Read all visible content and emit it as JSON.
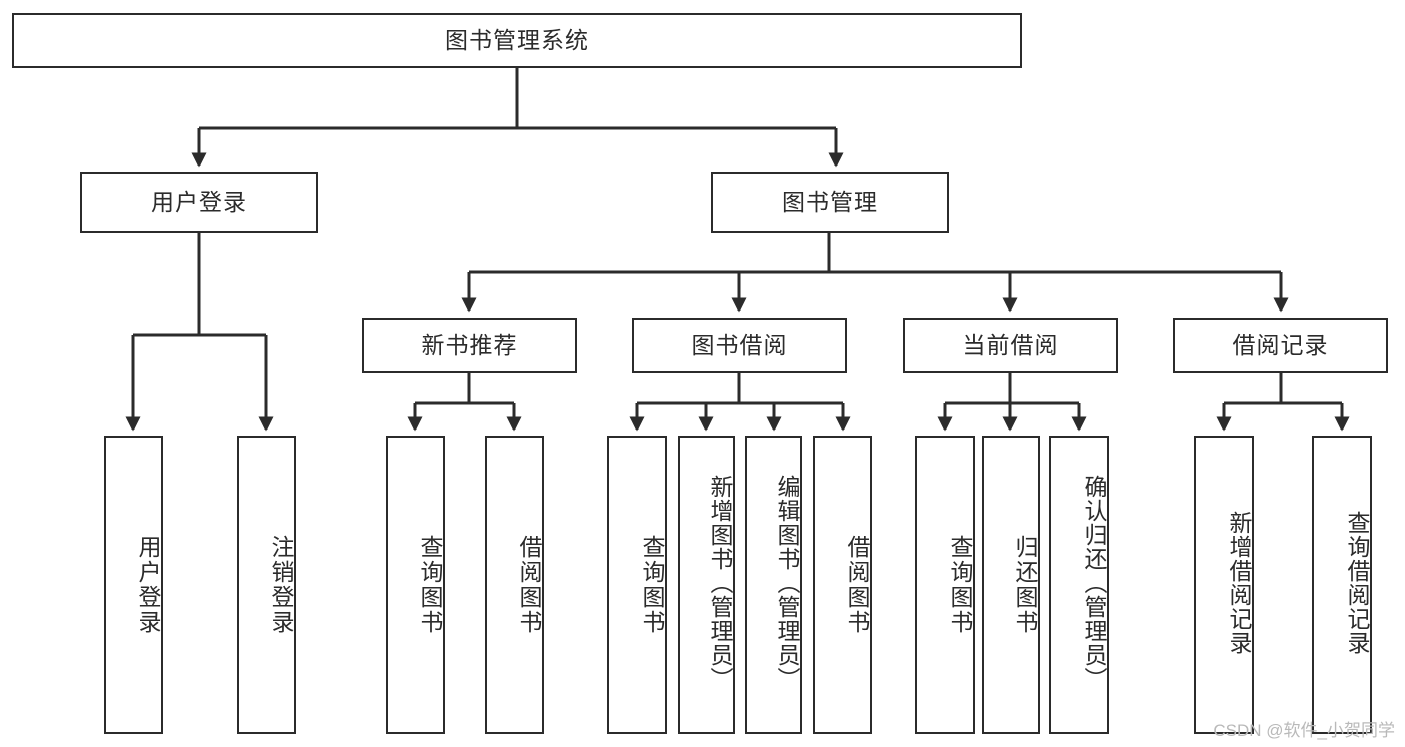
{
  "diagram": {
    "type": "tree-hierarchy-chart",
    "title": "图书管理系统",
    "orientation": "top-down",
    "colors": {
      "stroke": "#2b2b2b",
      "fill": "#ffffff",
      "text": "#2b2b2b",
      "watermark": "#b9b9b9"
    },
    "levels": [
      {
        "level": 1,
        "nodes": [
          {
            "id": "root",
            "label": "图书管理系统",
            "text_direction": "horizontal"
          }
        ]
      },
      {
        "level": 2,
        "nodes": [
          {
            "id": "login",
            "label": "用户登录",
            "text_direction": "horizontal",
            "parent": "root"
          },
          {
            "id": "bookmgr",
            "label": "图书管理",
            "text_direction": "horizontal",
            "parent": "root"
          }
        ]
      },
      {
        "level": 3,
        "nodes": [
          {
            "id": "newbook",
            "label": "新书推荐",
            "text_direction": "horizontal",
            "parent": "bookmgr"
          },
          {
            "id": "borrow",
            "label": "图书借阅",
            "text_direction": "horizontal",
            "parent": "bookmgr"
          },
          {
            "id": "current",
            "label": "当前借阅",
            "text_direction": "horizontal",
            "parent": "bookmgr"
          },
          {
            "id": "record",
            "label": "借阅记录",
            "text_direction": "horizontal",
            "parent": "bookmgr"
          }
        ]
      },
      {
        "level": 4,
        "nodes": [
          {
            "id": "leaf1",
            "label": "用户登录",
            "text_direction": "vertical",
            "parent": "login"
          },
          {
            "id": "leaf2",
            "label": "注销登录",
            "text_direction": "vertical",
            "parent": "login"
          },
          {
            "id": "leaf3",
            "label": "查询图书",
            "text_direction": "vertical",
            "parent": "newbook"
          },
          {
            "id": "leaf4",
            "label": "借阅图书",
            "text_direction": "vertical",
            "parent": "newbook"
          },
          {
            "id": "leaf5",
            "label": "查询图书",
            "text_direction": "vertical",
            "parent": "borrow"
          },
          {
            "id": "leaf6",
            "label": "新增图书（管理员）",
            "text_direction": "vertical",
            "parent": "borrow"
          },
          {
            "id": "leaf7",
            "label": "编辑图书（管理员）",
            "text_direction": "vertical",
            "parent": "borrow"
          },
          {
            "id": "leaf8",
            "label": "借阅图书",
            "text_direction": "vertical",
            "parent": "borrow"
          },
          {
            "id": "leaf9",
            "label": "查询图书",
            "text_direction": "vertical",
            "parent": "current"
          },
          {
            "id": "leaf10",
            "label": "归还图书",
            "text_direction": "vertical",
            "parent": "current"
          },
          {
            "id": "leaf11",
            "label": "确认归还（管理员）",
            "text_direction": "vertical",
            "parent": "current"
          },
          {
            "id": "leaf12",
            "label": "新增借阅记录",
            "text_direction": "vertical",
            "parent": "record"
          },
          {
            "id": "leaf13",
            "label": "查询借阅记录",
            "text_direction": "vertical",
            "parent": "record"
          }
        ]
      }
    ]
  },
  "watermark": {
    "text": "CSDN @软件_小贺同学"
  }
}
